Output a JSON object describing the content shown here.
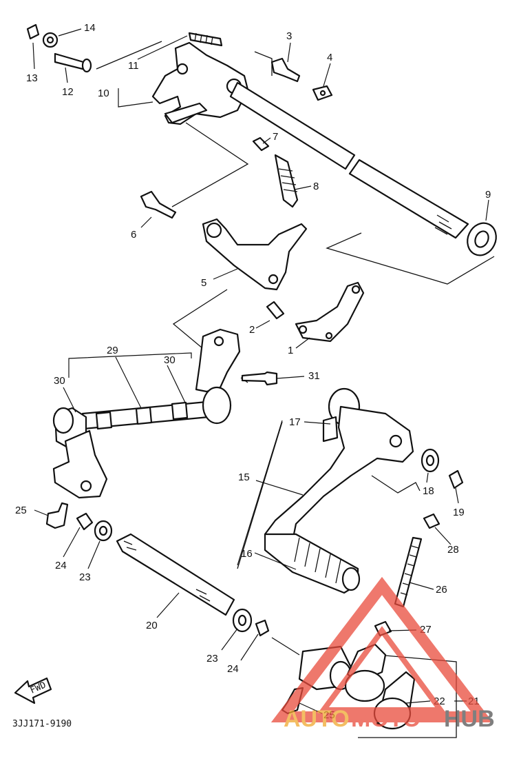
{
  "diagram_code": "3JJ171-9190",
  "fwd_label": "FWD",
  "watermark": {
    "text_a": "AUTO",
    "text_b": "MOTO",
    "text_c": "HUB",
    "color_a": "#f0a830",
    "color_b": "#e94b3c",
    "color_c": "#555555"
  },
  "labels": [
    "14",
    "13",
    "12",
    "11",
    "10",
    "3",
    "4",
    "7",
    "8",
    "9",
    "6",
    "5",
    "2",
    "1",
    "29",
    "30",
    "30",
    "31",
    "17",
    "15",
    "18",
    "19",
    "28",
    "25",
    "24",
    "23",
    "16",
    "26",
    "20",
    "27",
    "23",
    "24",
    "22",
    "21",
    "25"
  ],
  "colors": {
    "line": "#111111",
    "accent": "#e94b3c"
  }
}
